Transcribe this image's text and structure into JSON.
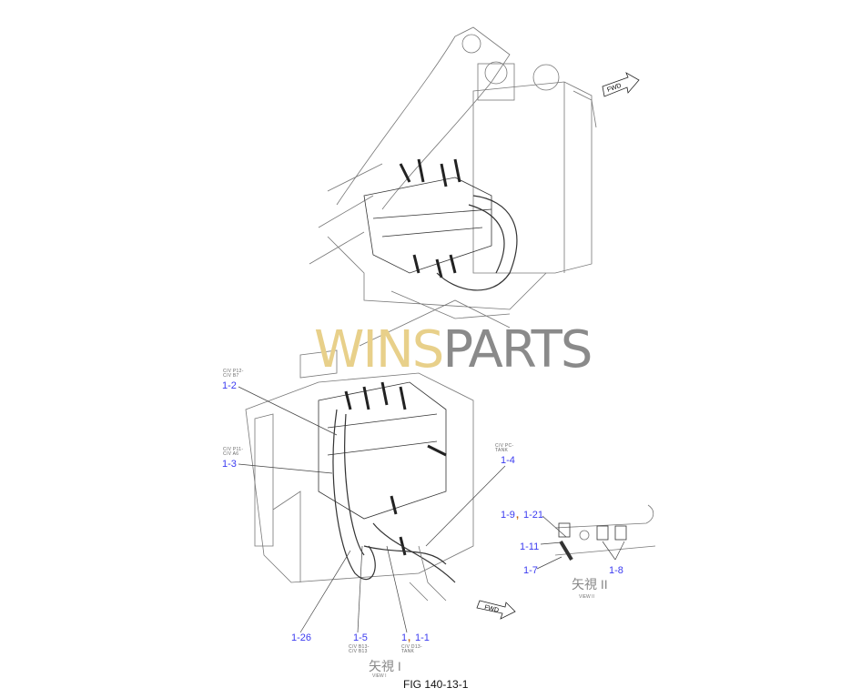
{
  "figure_title": "FIG  140-13-1",
  "watermark": {
    "left": "WINS",
    "right": "PARTS",
    "left_color": "#e8d08a",
    "right_color": "#8a8a8a"
  },
  "fwd_label": "FWD",
  "views": [
    {
      "title": "矢視 I",
      "sub": "VIEW I"
    },
    {
      "title": "矢視 II",
      "sub": "VIEW II"
    }
  ],
  "callouts": {
    "c1_2": {
      "label": "1-2",
      "note": "C/V P12-\nC/V B7"
    },
    "c1_3": {
      "label": "1-3",
      "note": "C/V P11-\nC/V A6"
    },
    "c1_4": {
      "label": "1-4",
      "note": "C/V PC-\nTANK"
    },
    "c1_9": "1-9",
    "c1_21": "1-21",
    "c1_11": "1-11",
    "c1_7": "1-7",
    "c1_8": "1-8",
    "c1_26": "1-26",
    "c1_5": {
      "label": "1-5",
      "note": "C/V B13-\nC/V B13"
    },
    "c1": "1",
    "c1_1": {
      "label": "1-1",
      "note": "C/V D13-\nTANK"
    },
    "separator": ","
  },
  "colors": {
    "callout": "#3b3bf0",
    "line": "#555555"
  }
}
